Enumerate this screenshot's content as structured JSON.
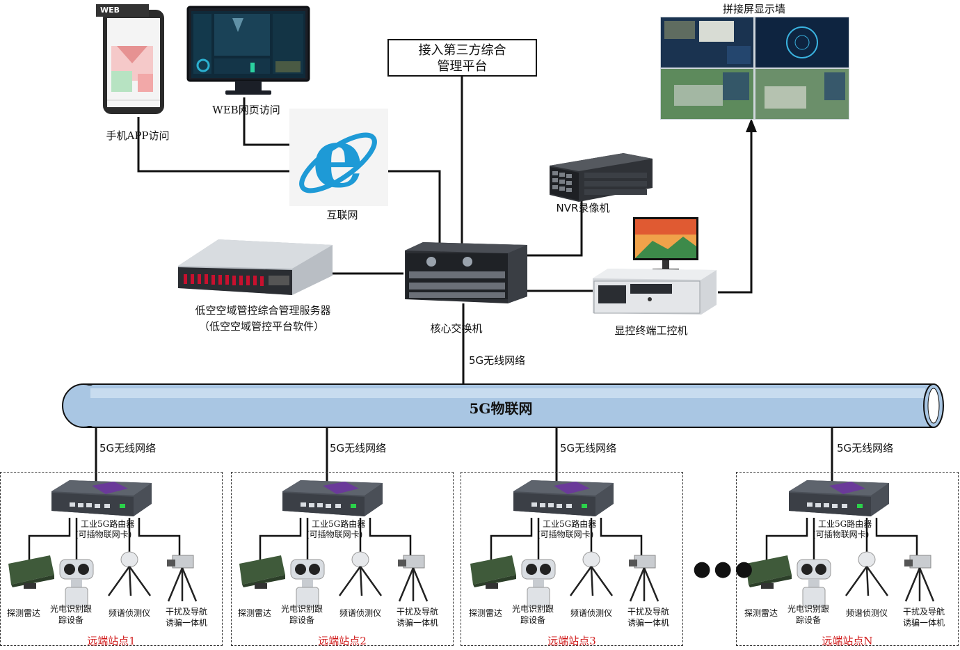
{
  "colors": {
    "pipe_fill": "#a9c6e3",
    "wire": "#111111",
    "ie_blue": "#1e9ad6",
    "station_title": "#d11a1a",
    "router_body": "#4a4f57",
    "router_purple": "#6a3a99",
    "radar_green": "#3f5a3a"
  },
  "top": {
    "mobile_badge": "WEB",
    "mobile_label": "手机APP访问",
    "web_label": "WEB网页访问",
    "third_party_box": [
      "接入第三方综合",
      "管理平台"
    ],
    "video_wall_label": "拼接屏显示墙",
    "internet_label": "互联网",
    "nvr_label": "NVR录像机"
  },
  "core": {
    "server_label": "低空空域管控综合管理服务器",
    "server_sub": "（低空空域管控平台软件）",
    "switch_label": "核心交换机",
    "console_label": "显控终端工控机",
    "uplink_label": "5G无线网络"
  },
  "network": {
    "pipe_label": "5G物联网"
  },
  "stations": [
    {
      "link_label": "5G无线网络",
      "router_label": [
        "工业5G路由器",
        "(可插物联网卡)"
      ],
      "devices": [
        "探测雷达",
        "光电识别跟",
        "踪设备",
        "频谱侦测仪",
        "干扰及导航",
        "诱骗一体机"
      ],
      "title": "远端站点1"
    },
    {
      "link_label": "5G无线网络",
      "router_label": [
        "工业5G路由器",
        "(可插物联网卡)"
      ],
      "devices": [
        "探测雷达",
        "光电识别跟",
        "踪设备",
        "频谱侦测仪",
        "干扰及导航",
        "诱骗一体机"
      ],
      "title": "远端站点2"
    },
    {
      "link_label": "5G无线网络",
      "router_label": [
        "工业5G路由器",
        "(可插物联网卡)"
      ],
      "devices": [
        "探测雷达",
        "光电识别跟",
        "踪设备",
        "频谱侦测仪",
        "干扰及导航",
        "诱骗一体机"
      ],
      "title": "远端站点3"
    },
    {
      "link_label": "5G无线网络",
      "router_label": [
        "工业5G路由器",
        "(可插物联网卡)"
      ],
      "devices": [
        "探测雷达",
        "光电识别跟",
        "踪设备",
        "频谱侦测仪",
        "干扰及导航",
        "诱骗一体机"
      ],
      "title": "远端站点N"
    }
  ],
  "ellipsis": "●●●"
}
